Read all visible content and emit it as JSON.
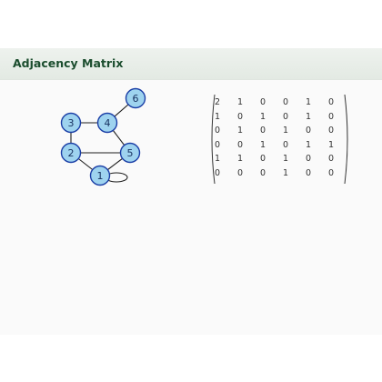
{
  "slide": {
    "title": "Adjacency Matrix"
  },
  "colors": {
    "node_fill": "#9ed3ef",
    "node_stroke": "#1a3ea6",
    "title_text": "#1b4d2e"
  },
  "graph": {
    "nodes": [
      {
        "id": "1",
        "label": "1"
      },
      {
        "id": "2",
        "label": "2"
      },
      {
        "id": "3",
        "label": "3"
      },
      {
        "id": "4",
        "label": "4"
      },
      {
        "id": "5",
        "label": "5"
      },
      {
        "id": "6",
        "label": "6"
      }
    ],
    "edges": [
      [
        "1",
        "1"
      ],
      [
        "1",
        "2"
      ],
      [
        "1",
        "5"
      ],
      [
        "2",
        "3"
      ],
      [
        "2",
        "5"
      ],
      [
        "3",
        "4"
      ],
      [
        "4",
        "5"
      ],
      [
        "4",
        "6"
      ]
    ]
  },
  "matrix": {
    "rows": [
      [
        "2",
        "1",
        "0",
        "0",
        "1",
        "0"
      ],
      [
        "1",
        "0",
        "1",
        "0",
        "1",
        "0"
      ],
      [
        "0",
        "1",
        "0",
        "1",
        "0",
        "0"
      ],
      [
        "0",
        "0",
        "1",
        "0",
        "1",
        "1"
      ],
      [
        "1",
        "1",
        "0",
        "1",
        "0",
        "0"
      ],
      [
        "0",
        "0",
        "0",
        "1",
        "0",
        "0"
      ]
    ]
  }
}
